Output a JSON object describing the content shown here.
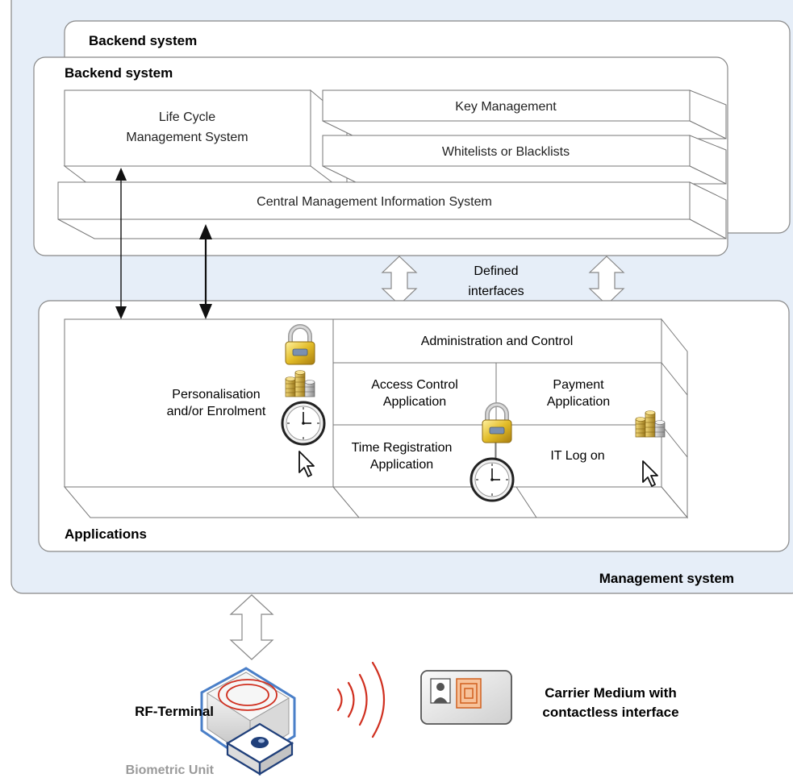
{
  "management_system": {
    "label": "Management system",
    "backend_outer": {
      "title": "Backend system"
    },
    "backend_inner": {
      "title": "Backend system",
      "boxes": {
        "lifecycle": [
          "Life Cycle",
          "Management System"
        ],
        "key_management": "Key Management",
        "lists": "Whitelists or Blacklists",
        "cmis": "Central Management Information System"
      }
    },
    "interfaces_label": [
      "Defined",
      "interfaces"
    ],
    "applications": {
      "title": "Applications",
      "personalisation": [
        "Personalisation",
        "and/or Enrolment"
      ],
      "admin": "Administration and Control",
      "access": [
        "Access Control",
        "Application"
      ],
      "payment": [
        "Payment",
        "Application"
      ],
      "time": [
        "Time Registration",
        "Application"
      ],
      "itlog": "IT Log on"
    }
  },
  "terminal": {
    "rf_label": "RF-Terminal",
    "biometric_label": "Biometric Unit"
  },
  "carrier": {
    "label": [
      "Carrier Medium with",
      "contactless interface"
    ]
  },
  "colors": {
    "management_bg": "#e6eef8",
    "terminal_blue": "#4a7fc8",
    "rf_red": "#d03020",
    "label_gray": "#9a9a9a",
    "lock_gold": "#d8b020"
  },
  "icons": [
    "lock-icon",
    "coins-icon",
    "clock-icon",
    "cursor-icon",
    "card-icon",
    "rf-waves-icon"
  ]
}
